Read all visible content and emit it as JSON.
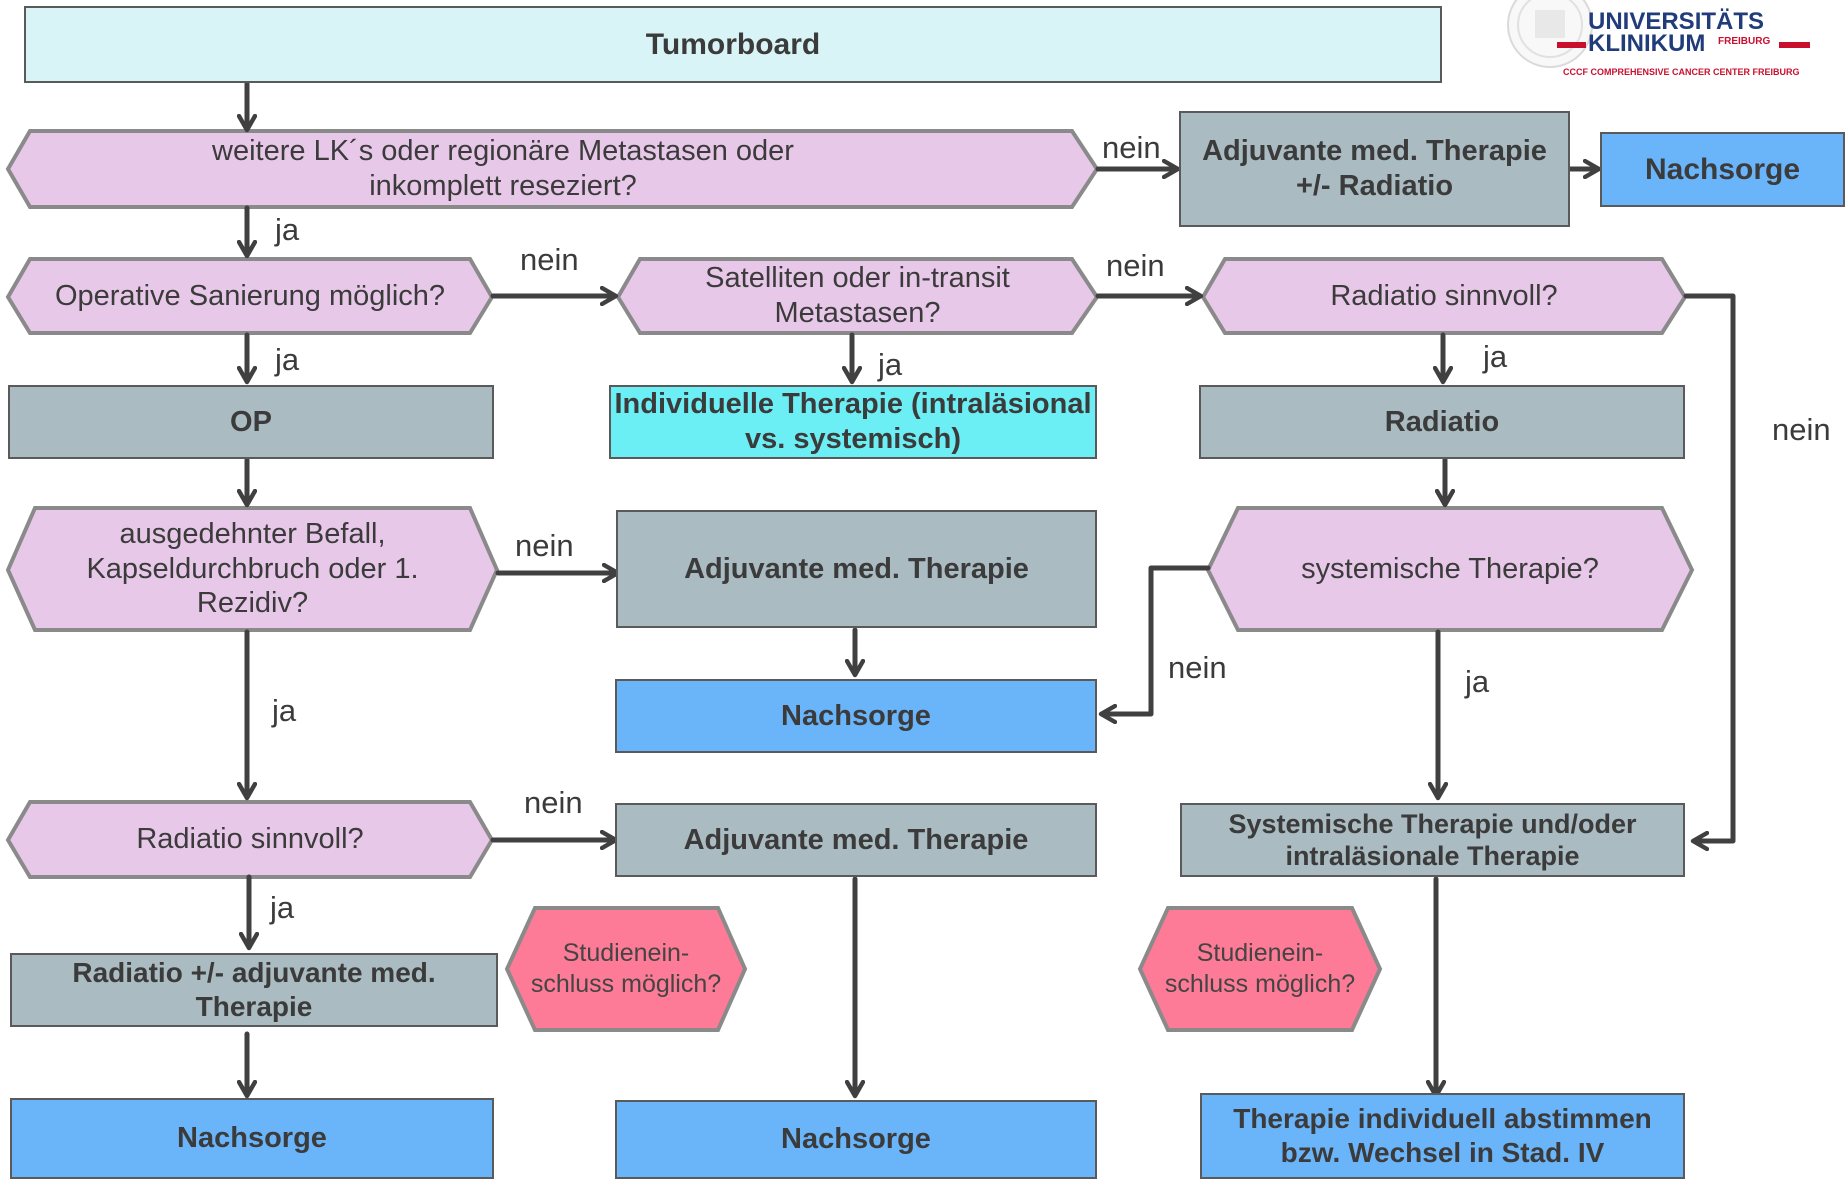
{
  "logo": {
    "line1": "UNIVERSITÄTS",
    "line2": "KLINIKUM",
    "line2_suffix": "FREIBURG",
    "tagline": "CCCF COMPREHENSIVE CANCER CENTER FREIBURG",
    "colors": {
      "navy": "#213c7a",
      "red": "#c8102e"
    }
  },
  "nodes": {
    "tumorboard": "Tumorboard",
    "q_lk_metastasen": "weitere LK´s oder regionäre Metastasen oder inkomplett reseziert?",
    "adjuvant_radiatio": "Adjuvante med. Therapie +/- Radiatio",
    "nachsorge_top": "Nachsorge",
    "q_operative": "Operative Sanierung möglich?",
    "q_satelliten": "Satelliten oder in-transit Metastasen?",
    "q_radiatio_right": "Radiatio sinnvoll?",
    "op": "OP",
    "individuelle_therapie": "Individuelle Therapie (intraläsional vs. systemisch)",
    "radiatio_right": "Radiatio",
    "q_ausgedehnt": "ausgedehnter Befall, Kapseldurchbruch oder 1. Rezidiv?",
    "adjuvant_mid": "Adjuvante med. Therapie",
    "q_systemisch": "systemische Therapie?",
    "nachsorge_mid": "Nachsorge",
    "q_radiatio_left": "Radiatio sinnvoll?",
    "adjuvant_low": "Adjuvante med. Therapie",
    "systemische_therapie": "Systemische Therapie und/oder intraläsionale Therapie",
    "studien_left": "Studienein-schluss möglich?",
    "studien_right": "Studienein-schluss möglich?",
    "radiatio_adjuvant": "Radiatio +/- adjuvante med. Therapie",
    "nachsorge_bl": "Nachsorge",
    "nachsorge_bm": "Nachsorge",
    "therapie_individuell": "Therapie individuell abstimmen bzw. Wechsel in Stad. IV"
  },
  "edge_labels": {
    "nein_1": "nein",
    "ja_1": "ja",
    "nein_2": "nein",
    "nein_3": "nein",
    "ja_2": "ja",
    "ja_3": "ja",
    "ja_4": "ja",
    "nein_right": "nein",
    "nein_4": "nein",
    "nein_5": "nein",
    "ja_5": "ja",
    "ja_6": "ja",
    "nein_6": "nein",
    "ja_7": "ja"
  },
  "colors": {
    "decision": "#e8c8e8",
    "decision_border": "#8a8a8a",
    "process": "#aabbc2",
    "endpoint": "#6ab4fa",
    "highlight": "#6ceef5",
    "start": "#d9f4f6",
    "study": "#fd7b97",
    "connector": "#404040"
  }
}
